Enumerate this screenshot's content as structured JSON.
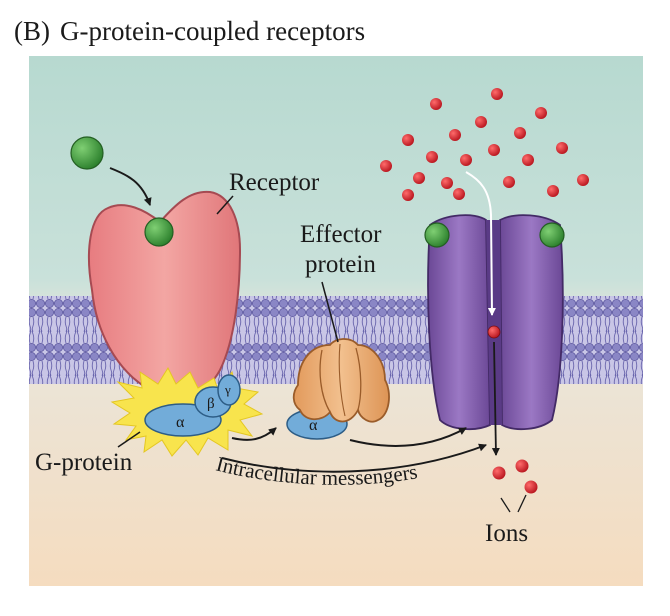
{
  "figure": {
    "panel_letter": "(B)",
    "title": "G-protein-coupled receptors"
  },
  "labels": {
    "receptor": "Receptor",
    "effector_line1": "Effector",
    "effector_line2": "protein",
    "g_protein": "G-protein",
    "messengers": "Intracellular messengers",
    "ions": "Ions"
  },
  "subunits": {
    "alpha": "α",
    "beta": "β",
    "gamma": "γ",
    "free_alpha": "α"
  },
  "colors": {
    "extracellular": "#b9dad2",
    "cytoplasm": "#f4dcc0",
    "membrane": "#8b86c4",
    "receptor": "#ee8f90",
    "ligand": "#3e9b3a",
    "effector": "#e9a66c",
    "g_protein": "#6fa9d6",
    "channel": "#7e58a8",
    "ion": "#d8262e",
    "flash": "#f7e24a"
  }
}
